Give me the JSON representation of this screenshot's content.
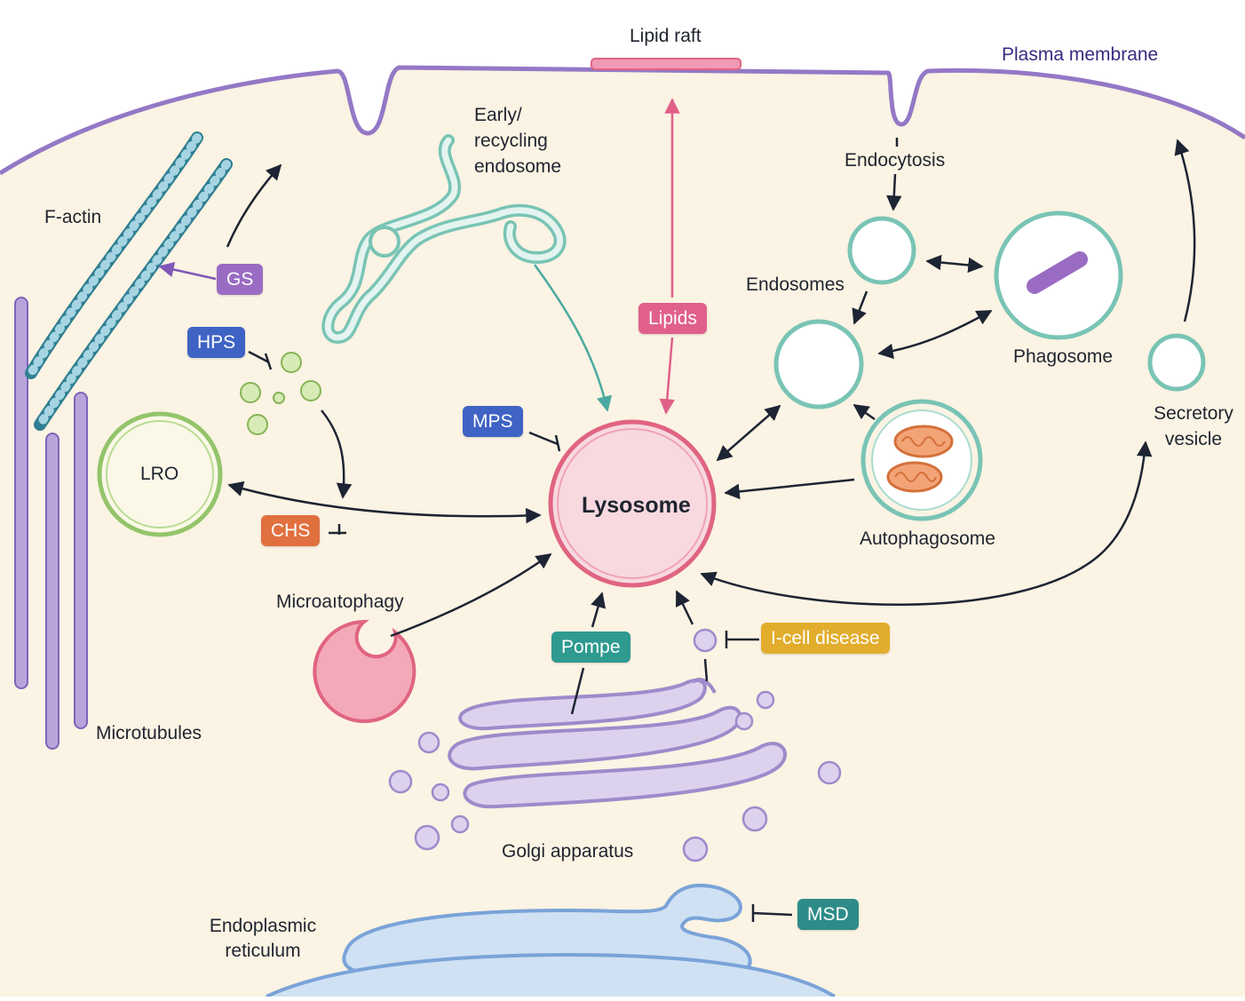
{
  "colors": {
    "cytoplasm": "#fbf3e3",
    "membrane": "#9478c6",
    "lipid_raft": "#e9729a",
    "lysosome_fill": "#f7d9df",
    "lysosome_stroke": "#e06482",
    "endosome_stroke": "#79c4b5",
    "lro_stroke": "#93c46a",
    "mito": "#e08a52",
    "golgi_fill": "#dcd2ee",
    "golgi_stroke": "#9f8acb",
    "er_fill": "#cfe1f3",
    "er_stroke": "#7aa3d8",
    "arrow": "#1d2433",
    "badge_gs": "#9a6bc3",
    "badge_hps": "#3f63c4",
    "badge_mps": "#3f63c4",
    "badge_chs": "#e1703f",
    "badge_lipids": "#e0608a",
    "badge_pompe": "#2e9a90",
    "badge_icell": "#e2ad2c",
    "badge_msd": "#2e8c88"
  },
  "labels": {
    "lipid_raft": "Lipid raft",
    "plasma_membrane": "Plasma membrane",
    "early_recycling_line1": "Early/",
    "early_recycling_line2": "recycling",
    "early_recycling_line3": "endosome",
    "endocytosis": "Endocytosis",
    "f_actin": "F-actin",
    "endosomes": "Endosomes",
    "phagosome": "Phagosome",
    "secretory_line1": "Secretory",
    "secretory_line2": "vesicle",
    "lro": "LRO",
    "lysosome": "Lysosome",
    "autophagosome": "Autophagosome",
    "microautophagy": "Microaıtophagy",
    "microtubules": "Microtubules",
    "golgi": "Golgi apparatus",
    "er_line1": "Endoplasmic",
    "er_line2": "reticulum"
  },
  "badges": {
    "gs": "GS",
    "hps": "HPS",
    "mps": "MPS",
    "chs": "CHS",
    "lipids": "Lipids",
    "pompe": "Pompe",
    "icell": "I-cell disease",
    "msd": "MSD"
  }
}
